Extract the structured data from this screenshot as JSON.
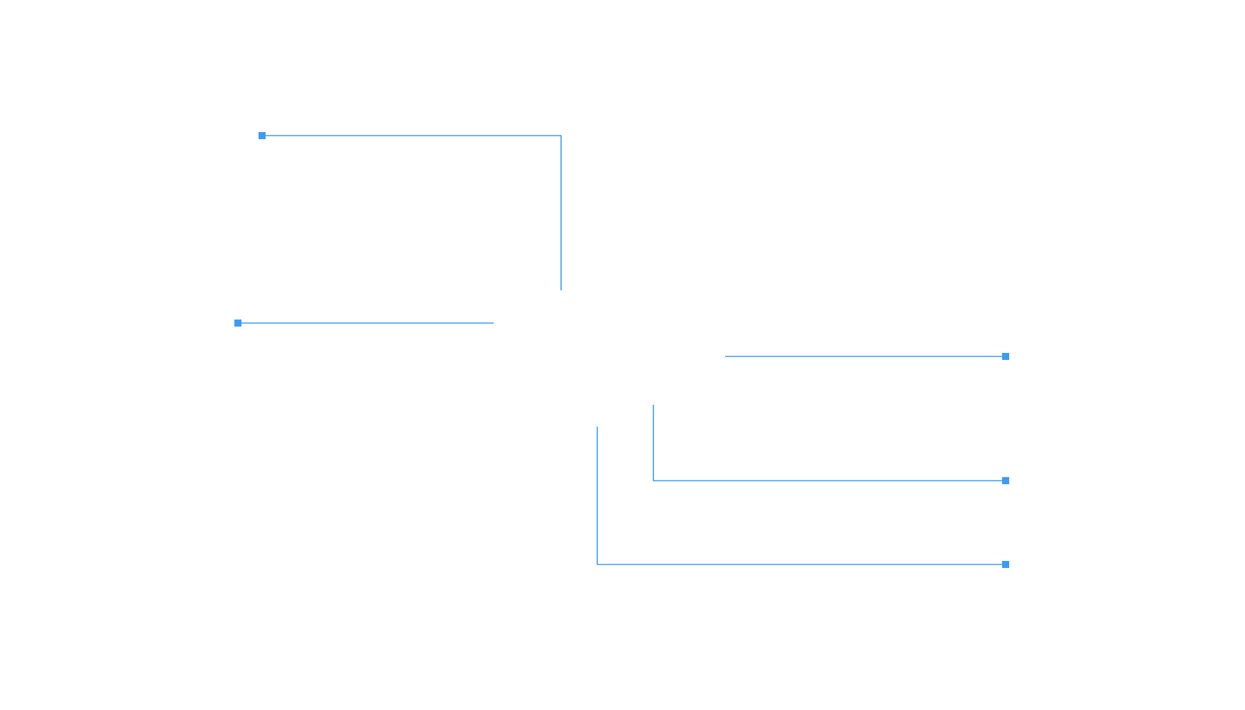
{
  "diagram": {
    "accent_color": "#3d9bf5",
    "background_color": "#ffffff",
    "text_labels": [],
    "callouts": [
      {
        "id": "callout-top-left",
        "marker": "square"
      },
      {
        "id": "callout-middle-left",
        "marker": "square"
      },
      {
        "id": "callout-right-upper",
        "marker": "square"
      },
      {
        "id": "callout-right-middle",
        "marker": "square"
      },
      {
        "id": "callout-right-lower",
        "marker": "square"
      }
    ]
  }
}
